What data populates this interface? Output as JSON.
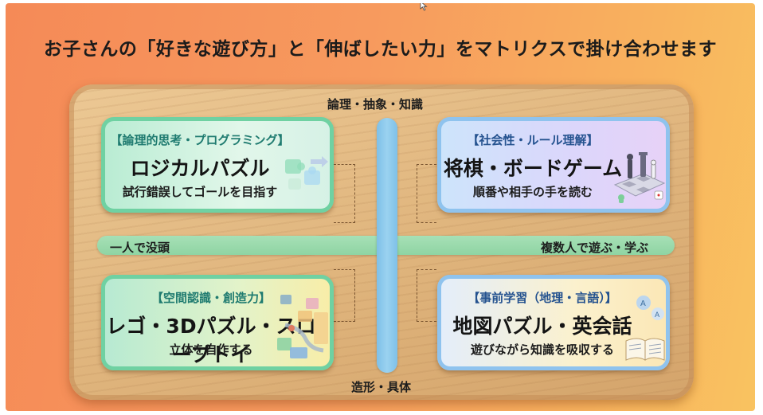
{
  "title": "お子さんの「好きな遊び方」と「伸ばしたい力」をマトリクスで掛け合わせます",
  "axes": {
    "top": "論理・抽象・知識",
    "bottom": "造形・具体",
    "left": "一人で没頭",
    "right": "複数人で遊ぶ・学ぶ"
  },
  "quadrants": {
    "top_left": {
      "category": "【論理的思考・プログラミング】",
      "activity": "ロジカルパズル",
      "description": "試行錯誤してゴールを目指す",
      "icon": "puzzle-pieces-icon"
    },
    "top_right": {
      "category": "【社会性・ルール理解】",
      "activity": "将棋・ボードゲーム",
      "description": "順番や相手の手を読む",
      "icon": "chess-board-icon"
    },
    "bottom_left": {
      "category": "【空間認識・創造力】",
      "activity": "レゴ・3Dパズル・スロープトイ",
      "description": "立体を自作する",
      "icon": "blocks-slope-icon"
    },
    "bottom_right": {
      "category": "【事前学習（地理・言語）】",
      "activity": "地図パズル・英会話",
      "description": "遊びながら知識を吸収する",
      "icon": "book-language-icon"
    }
  },
  "colors": {
    "background_start": "#f58a57",
    "background_end": "#f9c360",
    "board": "#dfb47c",
    "vertical_axis": "#8fcbee",
    "horizontal_axis": "#9bdaad",
    "green_border": "#6fd1a2",
    "blue_border": "#8fc3ee"
  }
}
